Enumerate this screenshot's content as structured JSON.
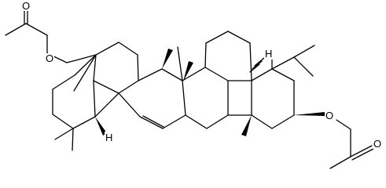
{
  "atoms": {
    "o_ester_carbonyl_left": "O",
    "o_ester_link_left": "O",
    "h_top_right": "H",
    "o_ester_link_right": "O",
    "h_bottom_left": "H",
    "o_ester_carbonyl_right": "O"
  }
}
